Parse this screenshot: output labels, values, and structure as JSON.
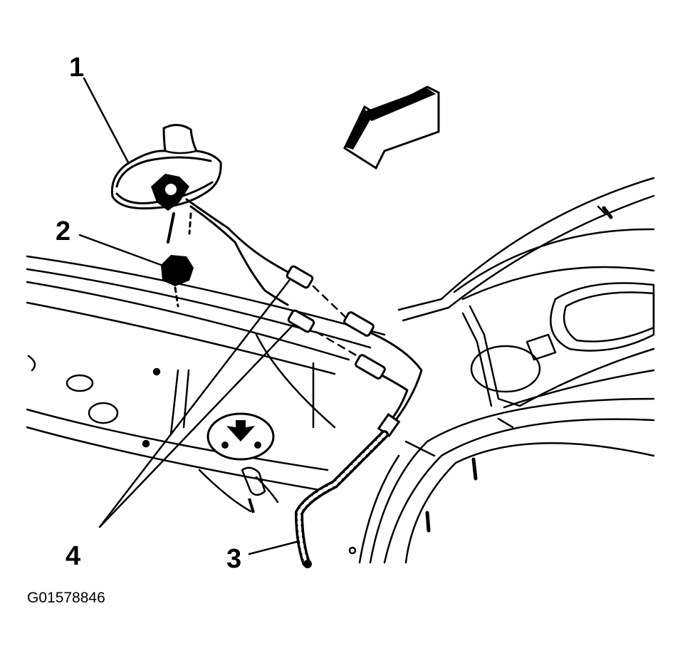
{
  "callouts": {
    "c1": "1",
    "c2": "2",
    "c3": "3",
    "c4": "4"
  },
  "figure_id": "G01578846",
  "colors": {
    "ink": "#000000",
    "background": "#ffffff"
  }
}
